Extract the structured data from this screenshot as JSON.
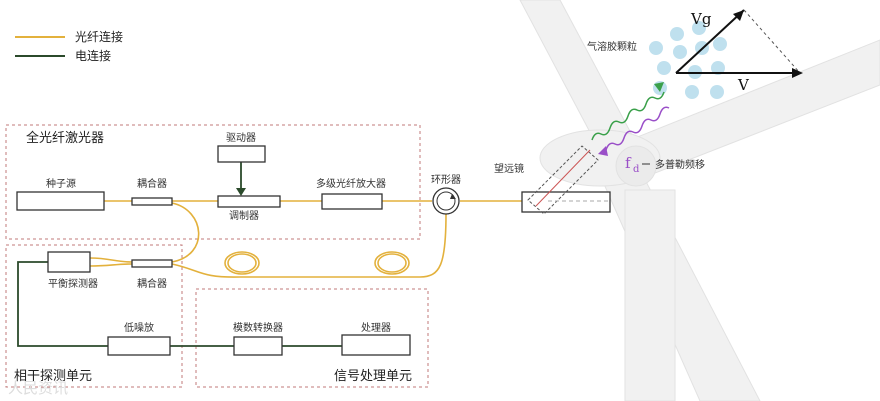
{
  "legend": {
    "fiber_label": "光纤连接",
    "electric_label": "电连接",
    "fiber_color": "#e3b13c",
    "electric_color": "#2b4a2b"
  },
  "groups": {
    "laser": "全光纤激光器",
    "coherent": "相干探测单元",
    "signal": "信号处理单元"
  },
  "components": {
    "seed": "种子源",
    "coupler_top": "耦合器",
    "driver": "驱动器",
    "modulator": "调制器",
    "amplifier": "多级光纤放大器",
    "circulator": "环形器",
    "telescope": "望远镜",
    "balanced_detector": "平衡探测器",
    "coupler_bottom": "耦合器",
    "lna": "低噪放",
    "adc": "模数转换器",
    "processor": "处理器"
  },
  "atmosphere": {
    "aerosol_label": "气溶胶颗粒",
    "doppler_symbol": "f",
    "doppler_sub": "d",
    "doppler_label": "多普勒频移",
    "vg_label": "Vg",
    "v_label": "V"
  },
  "watermark": "人民资讯"
}
